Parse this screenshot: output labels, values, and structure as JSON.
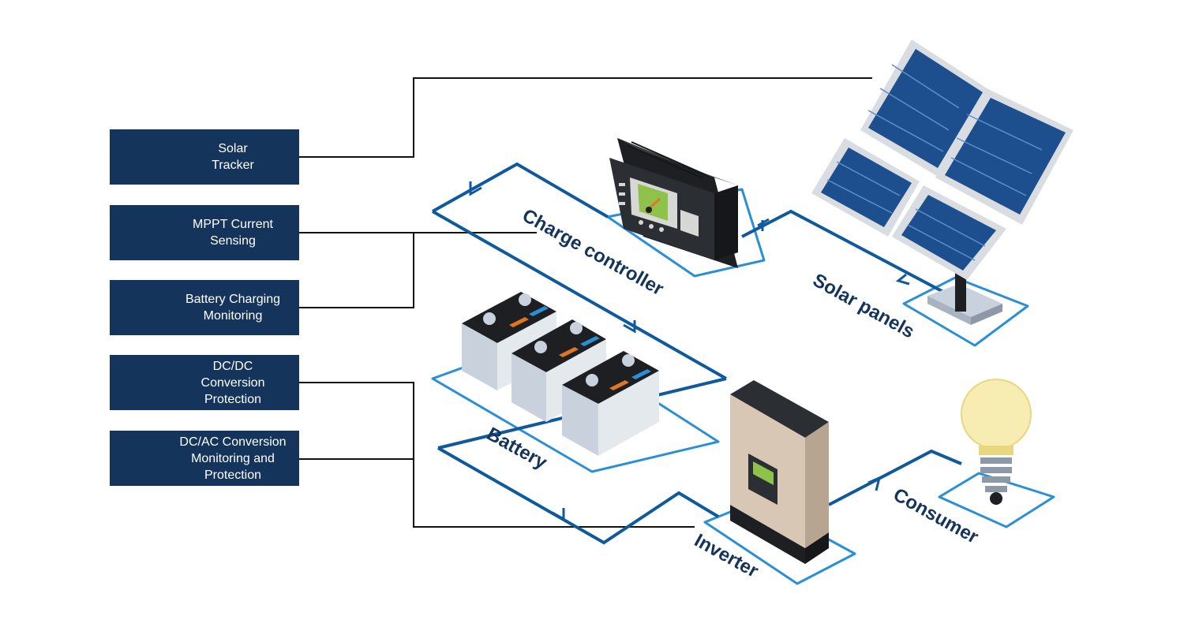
{
  "functions": [
    {
      "lines": [
        "Solar",
        "Tracker"
      ]
    },
    {
      "lines": [
        "MPPT Current",
        "Sensing"
      ]
    },
    {
      "lines": [
        "Battery Charging",
        "Monitoring"
      ]
    },
    {
      "lines": [
        "DC/DC",
        "Conversion",
        "Protection"
      ]
    },
    {
      "lines": [
        "DC/AC Conversion",
        "Monitoring and",
        "Protection"
      ]
    }
  ],
  "components": {
    "charge_controller": "Charge controller",
    "solar_panels": "Solar panels",
    "battery": "Battery",
    "inverter": "Inverter",
    "consumer": "Consumer"
  },
  "colors": {
    "box_fill": "#14345c",
    "flow_line": "#0f5a9c",
    "outline": "#2a8fd6",
    "connector": "#111111"
  }
}
